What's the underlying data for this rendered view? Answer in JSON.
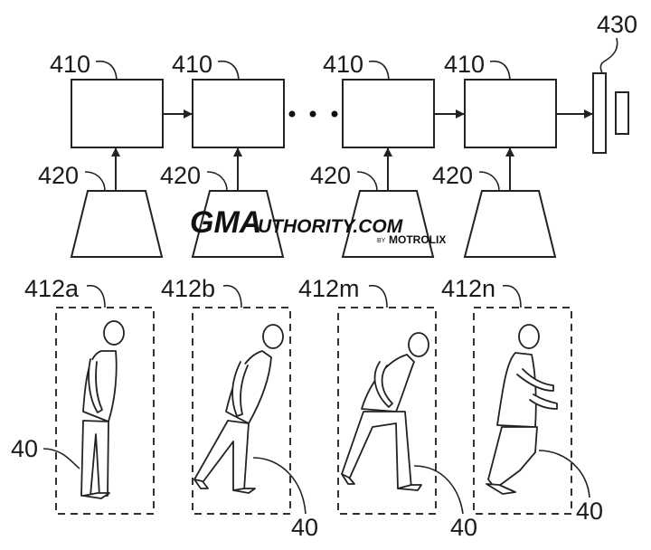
{
  "diagram": {
    "processors": [
      {
        "label": "410"
      },
      {
        "label": "410"
      },
      {
        "label": "410"
      },
      {
        "label": "410"
      }
    ],
    "ellipsis": "• • •",
    "inputs": [
      {
        "label": "420"
      },
      {
        "label": "420"
      },
      {
        "label": "420"
      },
      {
        "label": "420"
      }
    ],
    "output": {
      "label": "430"
    },
    "frames": [
      {
        "label": "412a",
        "person_label": "40",
        "pose": "standing"
      },
      {
        "label": "412b",
        "person_label": "40",
        "pose": "bending-step"
      },
      {
        "label": "412m",
        "person_label": "40",
        "pose": "lunging"
      },
      {
        "label": "412n",
        "person_label": "40",
        "pose": "crouch-reach"
      }
    ]
  },
  "watermark": {
    "brand_main": "GMA",
    "brand_rest": "UTHORITY.COM",
    "by": "BY",
    "owner": "MOTROLIX"
  }
}
